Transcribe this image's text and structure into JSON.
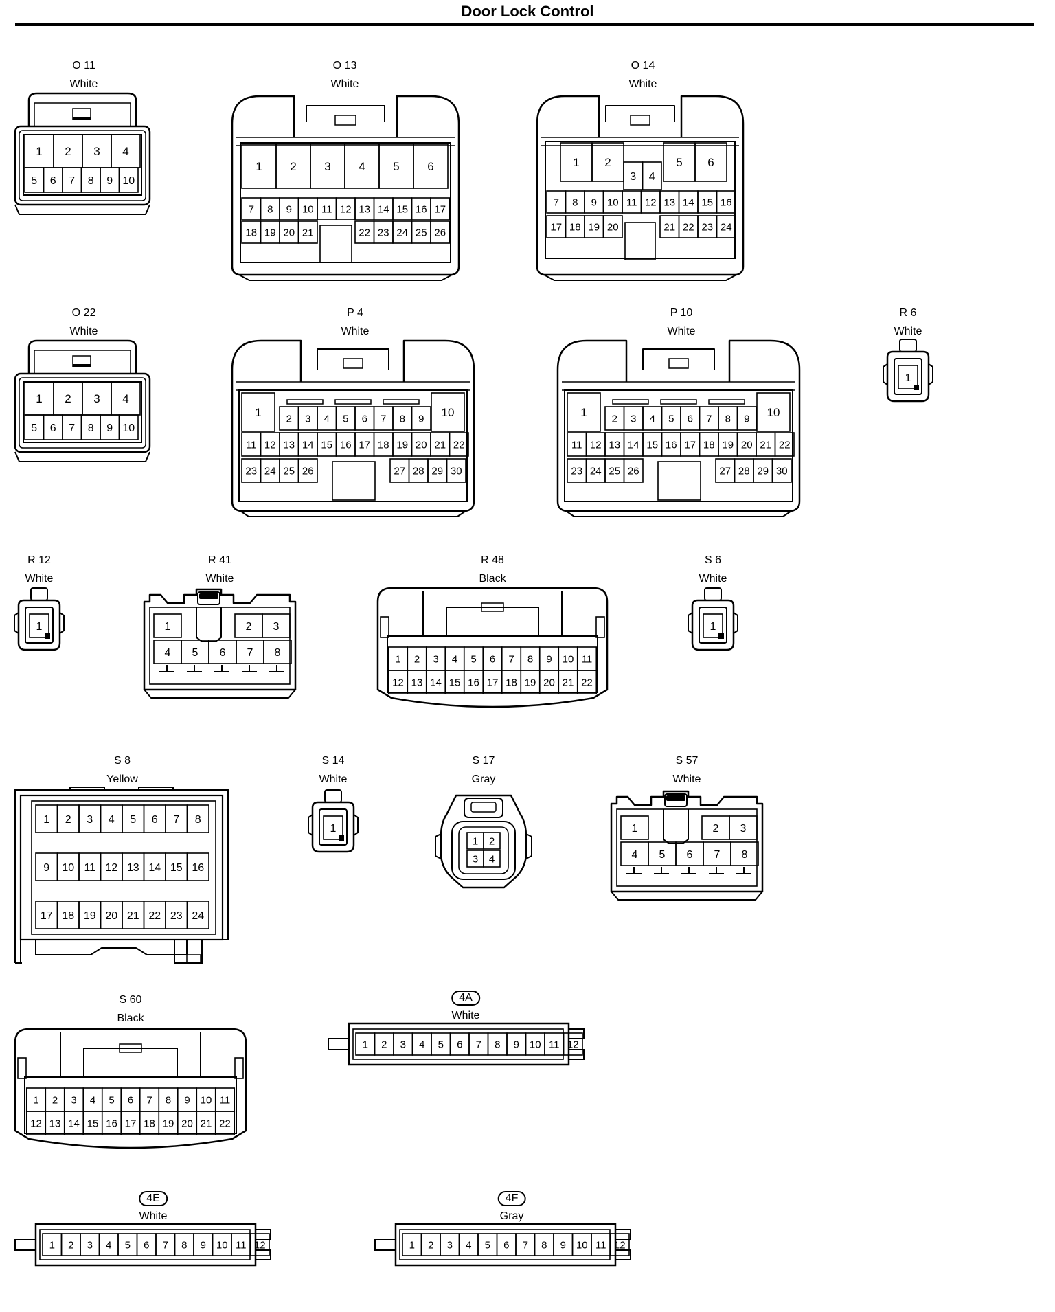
{
  "title": "Door Lock Control",
  "colors": {
    "line": "#000000",
    "background": "#ffffff"
  },
  "connectors": [
    {
      "id": "O11",
      "name": "O 11",
      "color": "White"
    },
    {
      "id": "O13",
      "name": "O 13",
      "color": "White"
    },
    {
      "id": "O14",
      "name": "O 14",
      "color": "White"
    },
    {
      "id": "O22",
      "name": "O 22",
      "color": "White"
    },
    {
      "id": "P4",
      "name": "P 4",
      "color": "White"
    },
    {
      "id": "P10",
      "name": "P 10",
      "color": "White"
    },
    {
      "id": "R6",
      "name": "R 6",
      "color": "White"
    },
    {
      "id": "R12",
      "name": "R 12",
      "color": "White"
    },
    {
      "id": "R41",
      "name": "R 41",
      "color": "White"
    },
    {
      "id": "R48",
      "name": "R 48",
      "color": "Black"
    },
    {
      "id": "S6",
      "name": "S 6",
      "color": "White"
    },
    {
      "id": "S8",
      "name": "S 8",
      "color": "Yellow"
    },
    {
      "id": "S14",
      "name": "S 14",
      "color": "White"
    },
    {
      "id": "S17",
      "name": "S 17",
      "color": "Gray"
    },
    {
      "id": "S57",
      "name": "S 57",
      "color": "White"
    },
    {
      "id": "S60",
      "name": "S 60",
      "color": "Black"
    },
    {
      "id": "4A",
      "name": "4A",
      "color": "White",
      "badge": true
    },
    {
      "id": "4E",
      "name": "4E",
      "color": "White",
      "badge": true
    },
    {
      "id": "4F",
      "name": "4F",
      "color": "Gray",
      "badge": true
    }
  ]
}
